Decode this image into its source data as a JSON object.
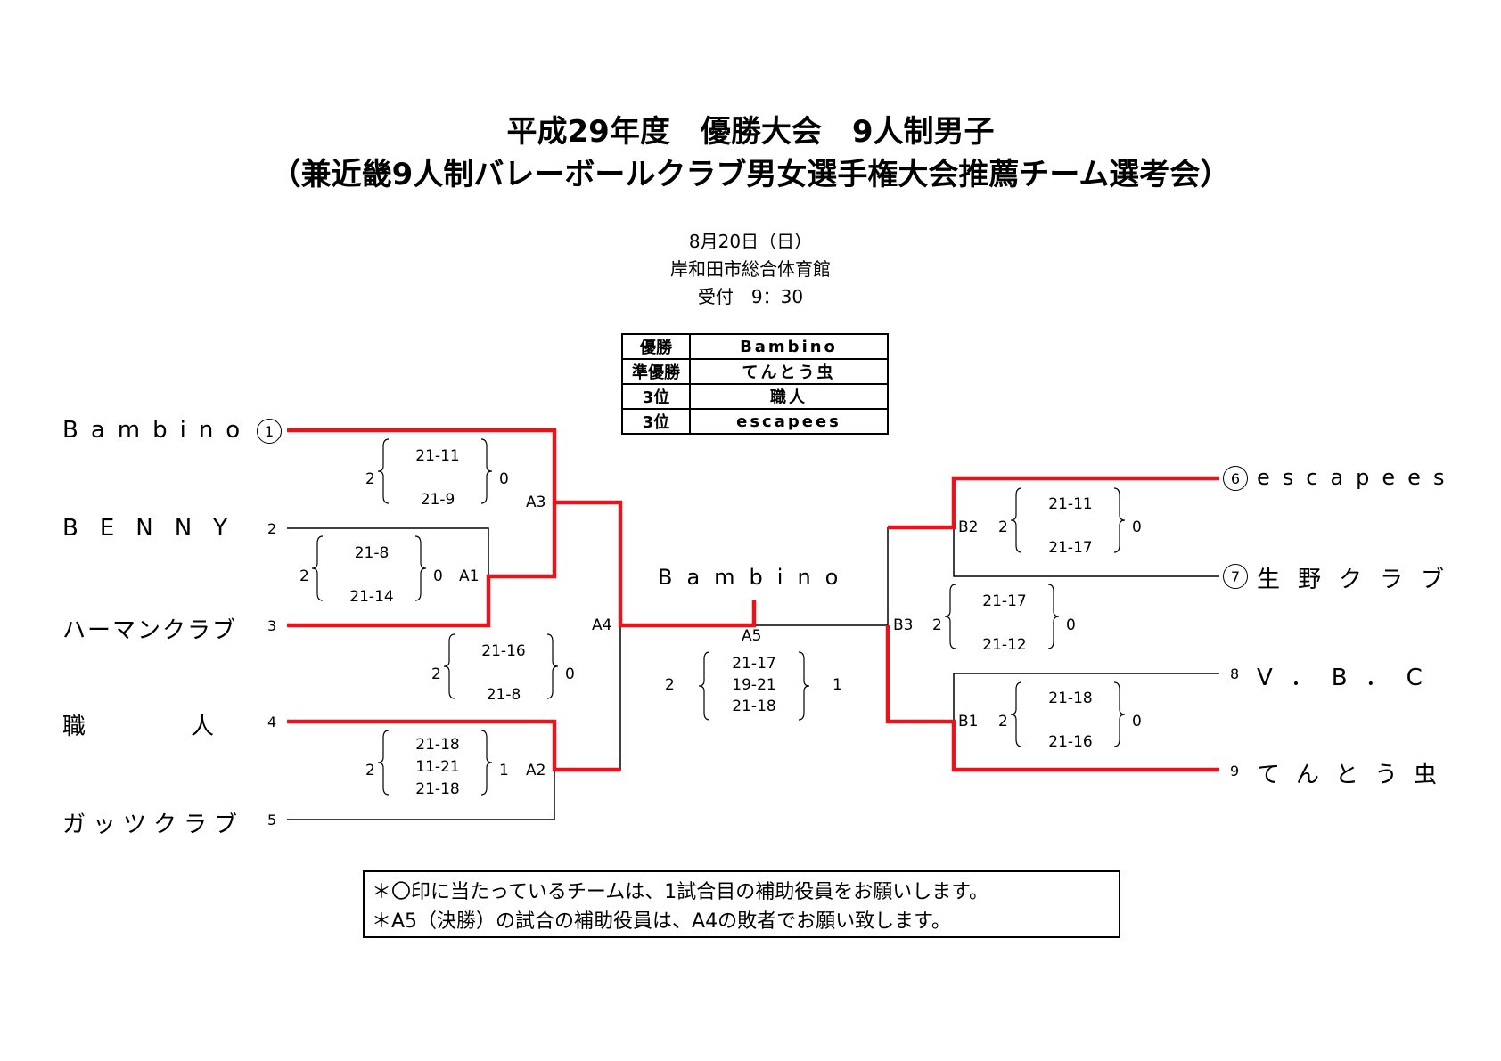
{
  "header": {
    "title_line1": "平成29年度　優勝大会　9人制男子",
    "title_line2": "（兼近畿9人制バレーボールクラブ男女選手権大会推薦チーム選考会）",
    "date": "8月20日（日）",
    "venue": "岸和田市総合体育館",
    "reception": "受付　9：30"
  },
  "results": [
    {
      "rank": "優勝",
      "team": "Bambino"
    },
    {
      "rank": "準優勝",
      "team": "てんとう虫"
    },
    {
      "rank": "3位",
      "team": "職人"
    },
    {
      "rank": "3位",
      "team": "escapees"
    }
  ],
  "left_teams": [
    {
      "name": "Bambino",
      "seed": "1"
    },
    {
      "name": "BENNY",
      "seed": "2"
    },
    {
      "name": "ハーマンクラブ",
      "seed": "3"
    },
    {
      "name": "職　　人",
      "seed": "4"
    },
    {
      "name": "ガッツクラブ",
      "seed": "5"
    }
  ],
  "right_teams": [
    {
      "name": "escapees",
      "seed": "6"
    },
    {
      "name": "生野クラブ",
      "seed": "7"
    },
    {
      "name": "V．B．C",
      "seed": "8"
    },
    {
      "name": "てんとう虫",
      "seed": "9"
    }
  ],
  "matches": {
    "A1": {
      "label": "A1",
      "left": "2",
      "right": "0",
      "scores": [
        "21-8",
        "21-14"
      ]
    },
    "A2": {
      "label": "A2",
      "left": "2",
      "right": "1",
      "scores": [
        "21-18",
        "11-21",
        "21-18"
      ]
    },
    "A3": {
      "label": "A3",
      "left": "2",
      "right": "0",
      "scores": [
        "21-11",
        "21-9"
      ]
    },
    "A4": {
      "label": "A4",
      "left": "2",
      "right": "0",
      "scores": [
        "21-16",
        "21-8"
      ]
    },
    "A5": {
      "label": "A5",
      "left": "2",
      "right": "1",
      "scores": [
        "21-17",
        "19-21",
        "21-18"
      ]
    },
    "B1": {
      "label": "B1",
      "left": "2",
      "right": "0",
      "scores": [
        "21-18",
        "21-16"
      ]
    },
    "B2": {
      "label": "B2",
      "left": "2",
      "right": "0",
      "scores": [
        "21-11",
        "21-17"
      ]
    },
    "B3": {
      "label": "B3",
      "left": "2",
      "right": "0",
      "scores": [
        "21-17",
        "21-12"
      ]
    }
  },
  "champion": "Bambino",
  "notes": [
    "＊〇印に当たっているチームは、1試合目の補助役員をお願いします。",
    "＊A5（決勝）の試合の補助役員は、A4の敗者でお願い致します。"
  ],
  "colors": {
    "win_line": "#e8141b",
    "line": "#000000"
  }
}
